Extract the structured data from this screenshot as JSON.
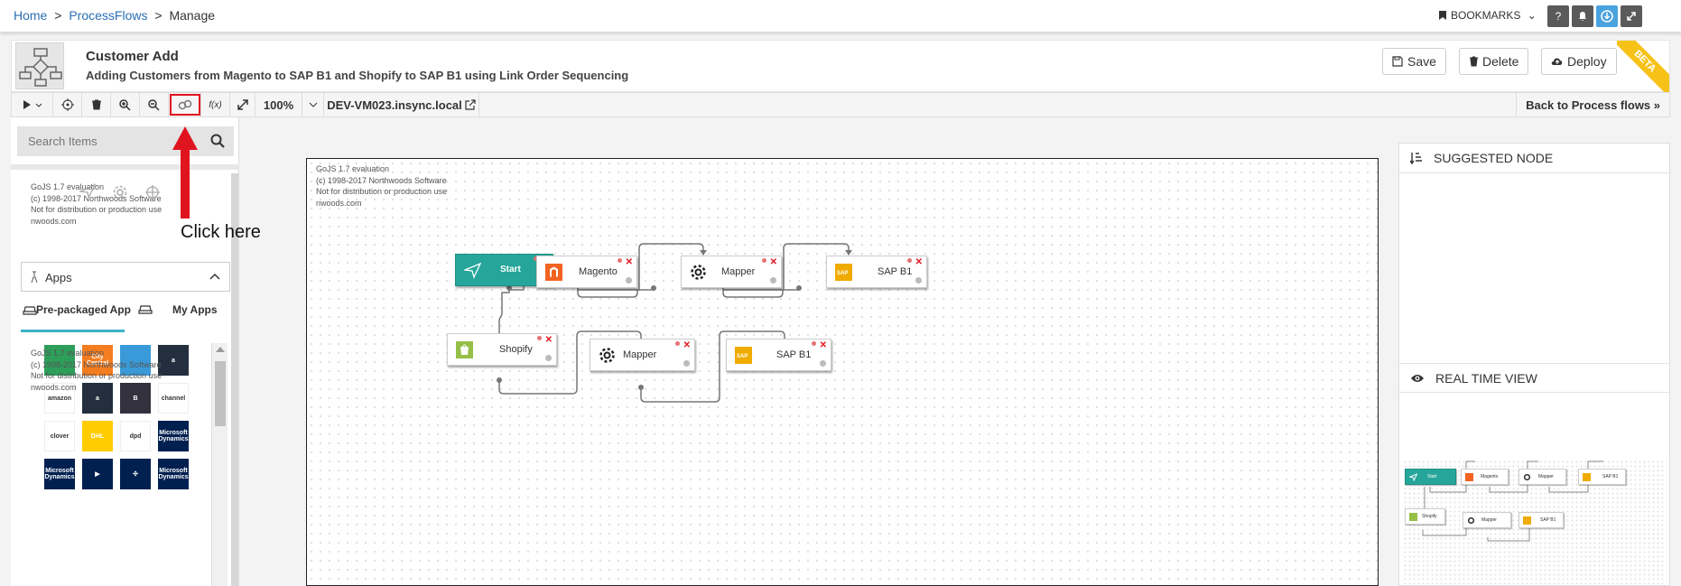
{
  "breadcrumb": {
    "home": "Home",
    "sep1": ">",
    "processflows": "ProcessFlows",
    "sep2": ">",
    "current": "Manage"
  },
  "topbar": {
    "bookmarks_label": "BOOKMARKS",
    "bookmarks_caret": "⌄",
    "icons": [
      "help-icon",
      "bell-icon",
      "download-icon",
      "expand-icon"
    ],
    "icon_glyphs": [
      "?",
      "🔔",
      "⬇",
      "⤢"
    ]
  },
  "header": {
    "title": "Customer Add",
    "subtitle": "Adding Customers from Magento to SAP B1 and Shopify to SAP B1 using Link Order Sequencing",
    "save_label": "Save",
    "delete_label": "Delete",
    "deploy_label": "Deploy",
    "beta_label": "BETA"
  },
  "toolbar": {
    "zoom_level": "100%",
    "fx_label": "f(x)",
    "server_label": "DEV-VM023.insync.local",
    "back_label": "Back to Process flows »"
  },
  "left": {
    "search_placeholder": "Search Items",
    "watermark": [
      "GoJS 1.7 evaluation",
      "(c) 1998-2017 Northwoods Software",
      "Not for distribution or production use",
      "nwoods.com"
    ],
    "apps_label": "Apps",
    "tab_prepackaged": "Pre-packaged App",
    "tab_myapps": "My Apps",
    "apps": [
      {
        "name": "app-green",
        "color": "#2e9e5b",
        "text": ""
      },
      {
        "name": "app-cityCentral",
        "color": "#f47d20",
        "text": "City Central"
      },
      {
        "name": "app-blue-ring",
        "color": "#3a9ad9",
        "text": ""
      },
      {
        "name": "app-amazon",
        "color": "#232f3e",
        "text": "a"
      },
      {
        "name": "app-amazon-text",
        "color": "#ffffff",
        "text": "amazon"
      },
      {
        "name": "app-amazon-2",
        "color": "#232f3e",
        "text": "a"
      },
      {
        "name": "app-bigcommerce",
        "color": "#34313f",
        "text": "B"
      },
      {
        "name": "app-channeladvisor",
        "color": "#ffffff",
        "text": "channel"
      },
      {
        "name": "app-clover",
        "color": "#ffffff",
        "text": "clover"
      },
      {
        "name": "app-dhl",
        "color": "#ffcc00",
        "text": "DHL"
      },
      {
        "name": "app-dpd",
        "color": "#ffffff",
        "text": "dpd"
      },
      {
        "name": "app-ms-dynamics",
        "color": "#002050",
        "text": "Microsoft Dynamics"
      },
      {
        "name": "app-ms-dynamics-2",
        "color": "#002050",
        "text": "Microsoft Dynamics"
      },
      {
        "name": "app-dynamics-play",
        "color": "#002050",
        "text": "▶"
      },
      {
        "name": "app-dynamics-hub",
        "color": "#002050",
        "text": "✣"
      },
      {
        "name": "app-ms-dynamics-3",
        "color": "#002050",
        "text": "Microsoft Dynamics"
      }
    ]
  },
  "annotation": {
    "text": "Click here"
  },
  "diagram": {
    "watermark": [
      "GoJS 1.7 evaluation",
      "(c) 1998-2017 Northwoods Software",
      "Not for distribution or production use",
      "nwoods.com"
    ],
    "nodes": {
      "start": "Start",
      "magento": "Magento",
      "mapper1": "Mapper",
      "sapb1_1": "SAP B1",
      "shopify": "Shopify",
      "mapper2": "Mapper",
      "sapb1_2": "SAP B1"
    }
  },
  "right": {
    "suggested_label": "SUGGESTED NODE",
    "realtime_label": "REAL TIME VIEW"
  },
  "colors": {
    "accent": "#26a69a",
    "link": "#2a6fb5",
    "annotation": "#e0141f",
    "magento": "#f26322",
    "shopify": "#95bf47",
    "sap": "#f0ab00"
  }
}
